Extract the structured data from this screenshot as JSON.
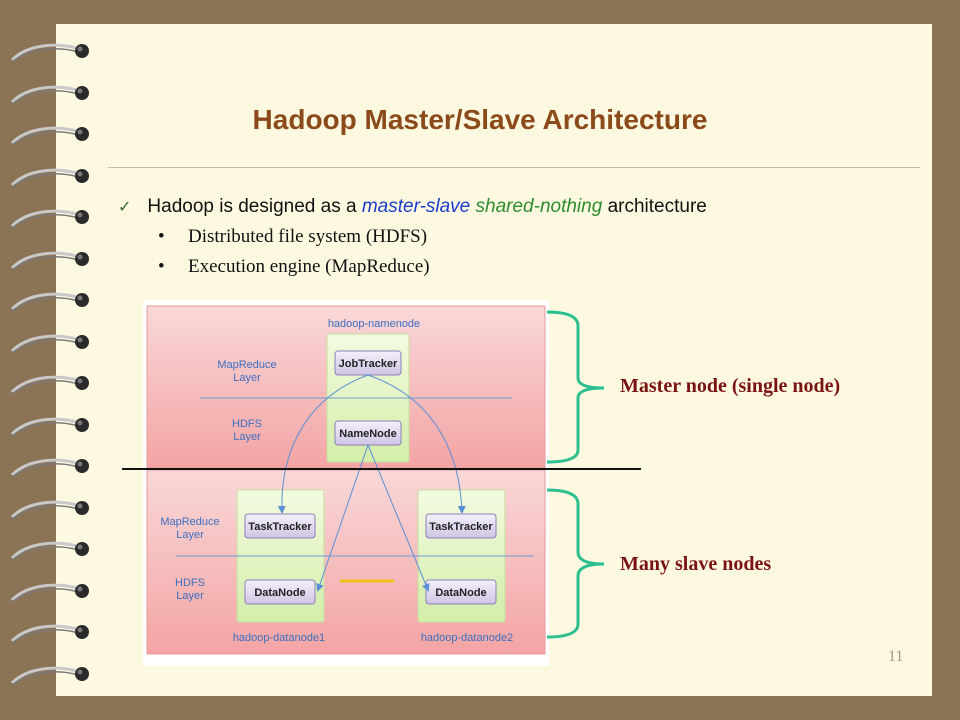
{
  "slide": {
    "title": "Hadoop Master/Slave Architecture",
    "bullet": {
      "prefix": "Hadoop is designed as a",
      "term1": "master-slave",
      "term2": "shared-nothing",
      "suffix": "architecture"
    },
    "sub_bullets": [
      "Distributed file system (HDFS)",
      "Execution engine (MapReduce)"
    ],
    "page_number": "11"
  },
  "diagram": {
    "master_node": "hadoop-namenode",
    "mapreduce_layer": "MapReduce Layer",
    "hdfs_layer": "HDFS Layer",
    "jobtracker": "JobTracker",
    "namenode": "NameNode",
    "tasktracker": "TaskTracker",
    "datanode": "DataNode",
    "slave1": "hadoop-datanode1",
    "slave2": "hadoop-datanode2"
  },
  "annotations": {
    "master": "Master node (single node)",
    "slaves": "Many slave nodes"
  },
  "colors": {
    "title": "#8b4a1a",
    "emphasis_blue": "#1a3dcc",
    "emphasis_green": "#2e8b2e",
    "annotation": "#7a1414",
    "brace": "#2ebf8f",
    "arrow": "#5b8fd6"
  }
}
